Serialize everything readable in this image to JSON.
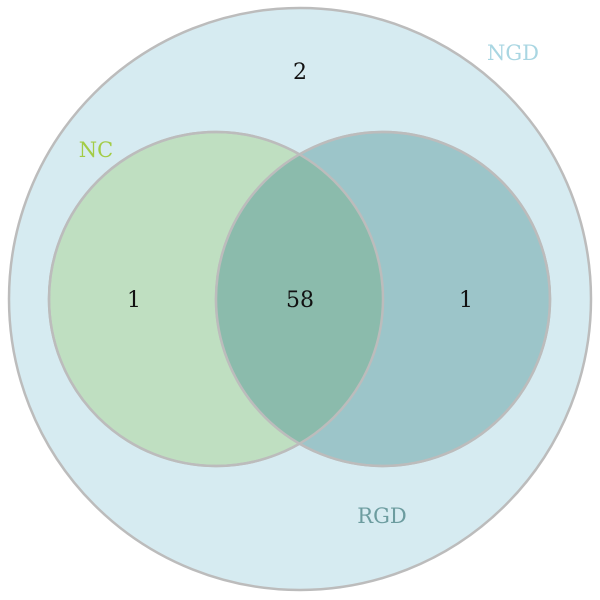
{
  "sets": {
    "ngd": {
      "label": "NGD",
      "fill": "#d6ebf1",
      "label_color": "#a9d6e2"
    },
    "nc": {
      "label": "NC",
      "fill": "#bfdfc1",
      "label_color": "#a3cc45"
    },
    "rgd": {
      "label": "RGD",
      "fill": "#9cc5c9",
      "label_color": "#6c9c9f"
    }
  },
  "regions": {
    "ngd_only": "2",
    "nc_only": "1",
    "nc_rgd": "58",
    "rgd_only": "1"
  },
  "colors": {
    "intersection_fill": "#8bbbac",
    "outline": "#bcbcbc"
  }
}
